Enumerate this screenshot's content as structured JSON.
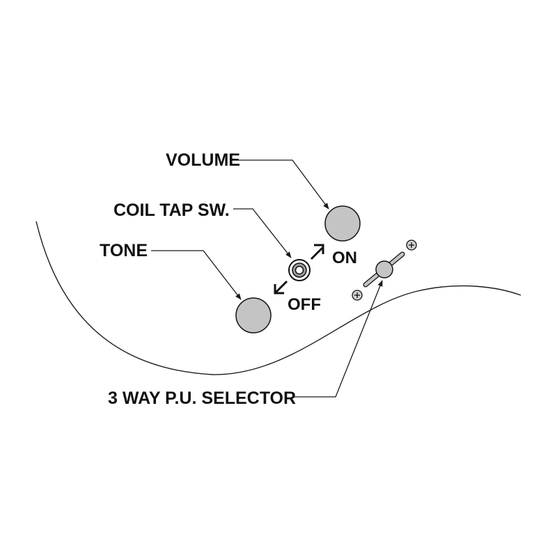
{
  "labels": {
    "volume": "VOLUME",
    "coil_tap": "COIL TAP SW.",
    "tone": "TONE",
    "on": "ON",
    "off": "OFF",
    "selector": "3 WAY P.U. SELECTOR"
  },
  "colors": {
    "knob_fill": "#c4c4c4",
    "line": "#1a1a1a",
    "text": "#111111",
    "background": "#ffffff"
  },
  "icons": {
    "arrow_on": "arrow-up-right-icon",
    "arrow_off": "arrow-down-left-icon",
    "screw": "screw-icon"
  }
}
